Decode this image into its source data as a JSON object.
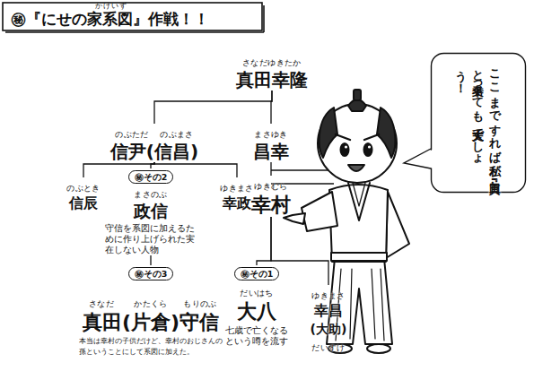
{
  "diagram": {
    "title": "㊙『にせの家系図』作戦！！",
    "nodes": [
      {
        "text": [
          "さなだゆきたか",
          "真田幸隆"
        ]
      },
      {
        "text": [
          "のぶただ",
          "のぶまさ",
          "信尹(信昌)"
        ]
      },
      {
        "text": [
          "まさゆき",
          "昌幸"
        ]
      },
      {
        "text": [
          "のぶとき",
          "信辰"
        ]
      },
      {
        "text": [
          "㊙その2",
          "まさのぶ",
          "政信",
          "守信を系図に加えるために作り上げられた実在しない人物"
        ]
      },
      {
        "text": [
          "ゆきまさ",
          "幸政"
        ]
      },
      {
        "text": [
          "ゆきむら",
          "幸村"
        ]
      },
      {
        "text": [
          "㊙その3",
          "さなだ",
          "かたくら",
          "もりのぶ",
          "真田(片倉)守信",
          "本当は幸村の子供だけど、幸村のおじさんの孫ということにして系図に加えた。"
        ]
      },
      {
        "text": [
          "㊙その1",
          "だいはち",
          "大八",
          "七歳で亡くなるという噂を流す"
        ]
      },
      {
        "text": [
          "ゆきまさ",
          "幸昌",
          "(大助)",
          "だいすけ"
        ]
      },
      {
        "text": [
          "ここまですれば私が 『真田』と名乗っても 大丈夫でしょう！"
        ]
      }
    ],
    "edges": [
      {
        "from": 0,
        "to": 1,
        "arrow": "none"
      },
      {
        "from": 0,
        "to": 2,
        "arrow": "none"
      },
      {
        "from": 1,
        "to": 3,
        "arrow": "none"
      },
      {
        "from": 1,
        "to": 4,
        "arrow": "none"
      },
      {
        "from": 1,
        "to": 5,
        "arrow": "none"
      },
      {
        "from": 2,
        "to": 6,
        "arrow": "none"
      },
      {
        "from": 4,
        "to": 7,
        "arrow": "none"
      },
      {
        "from": 6,
        "to": 8,
        "arrow": "none"
      },
      {
        "from": 6,
        "to": 9,
        "arrow": "none"
      }
    ],
    "labels": [
      "かけいず"
    ]
  }
}
